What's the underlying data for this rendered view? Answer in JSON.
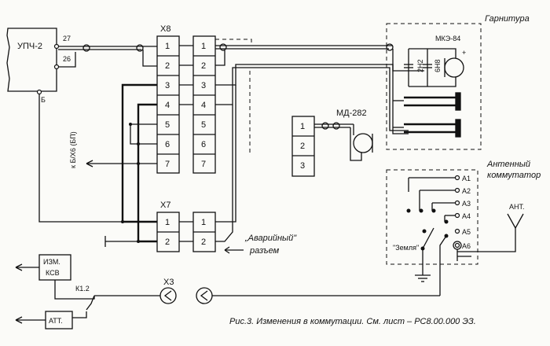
{
  "blocks": {
    "upch2": "УПЧ-2",
    "upch2_pin_27": "27",
    "upch2_pin_26": "26",
    "upch2_pin_b": "Б",
    "x8": "X8",
    "x7": "X7",
    "x3": "X3",
    "izm_ksv_1": "ИЗМ.",
    "izm_ksv_2": "КСВ",
    "att": "АТТ.",
    "k12": "К1.2",
    "md282": "МД-282",
    "mke84": "МКЭ-84",
    "ant": "АНТ.",
    "to_k6": "к Б/Х6 (БП)",
    "zemlya": "\"Земля\""
  },
  "pins": [
    "1",
    "2",
    "3",
    "4",
    "5",
    "6",
    "7"
  ],
  "x7_pins": [
    "1",
    "2"
  ],
  "md_pins": [
    "1",
    "2",
    "3"
  ],
  "components": {
    "c1": "2Н2",
    "c2": "6Н8"
  },
  "antenna_switch": {
    "title_1": "Антенный",
    "title_2": "коммутатор",
    "contacts": [
      "А1",
      "А2",
      "А3",
      "А4",
      "А5",
      "А6"
    ]
  },
  "headset": {
    "title": "Гарнитура"
  },
  "emergency": {
    "line1": "„Аварийный\"",
    "line2": "разъем"
  },
  "caption": "Рис.3. Изменения в коммутации.   См. лист – РС8.00.000 ЭЗ."
}
